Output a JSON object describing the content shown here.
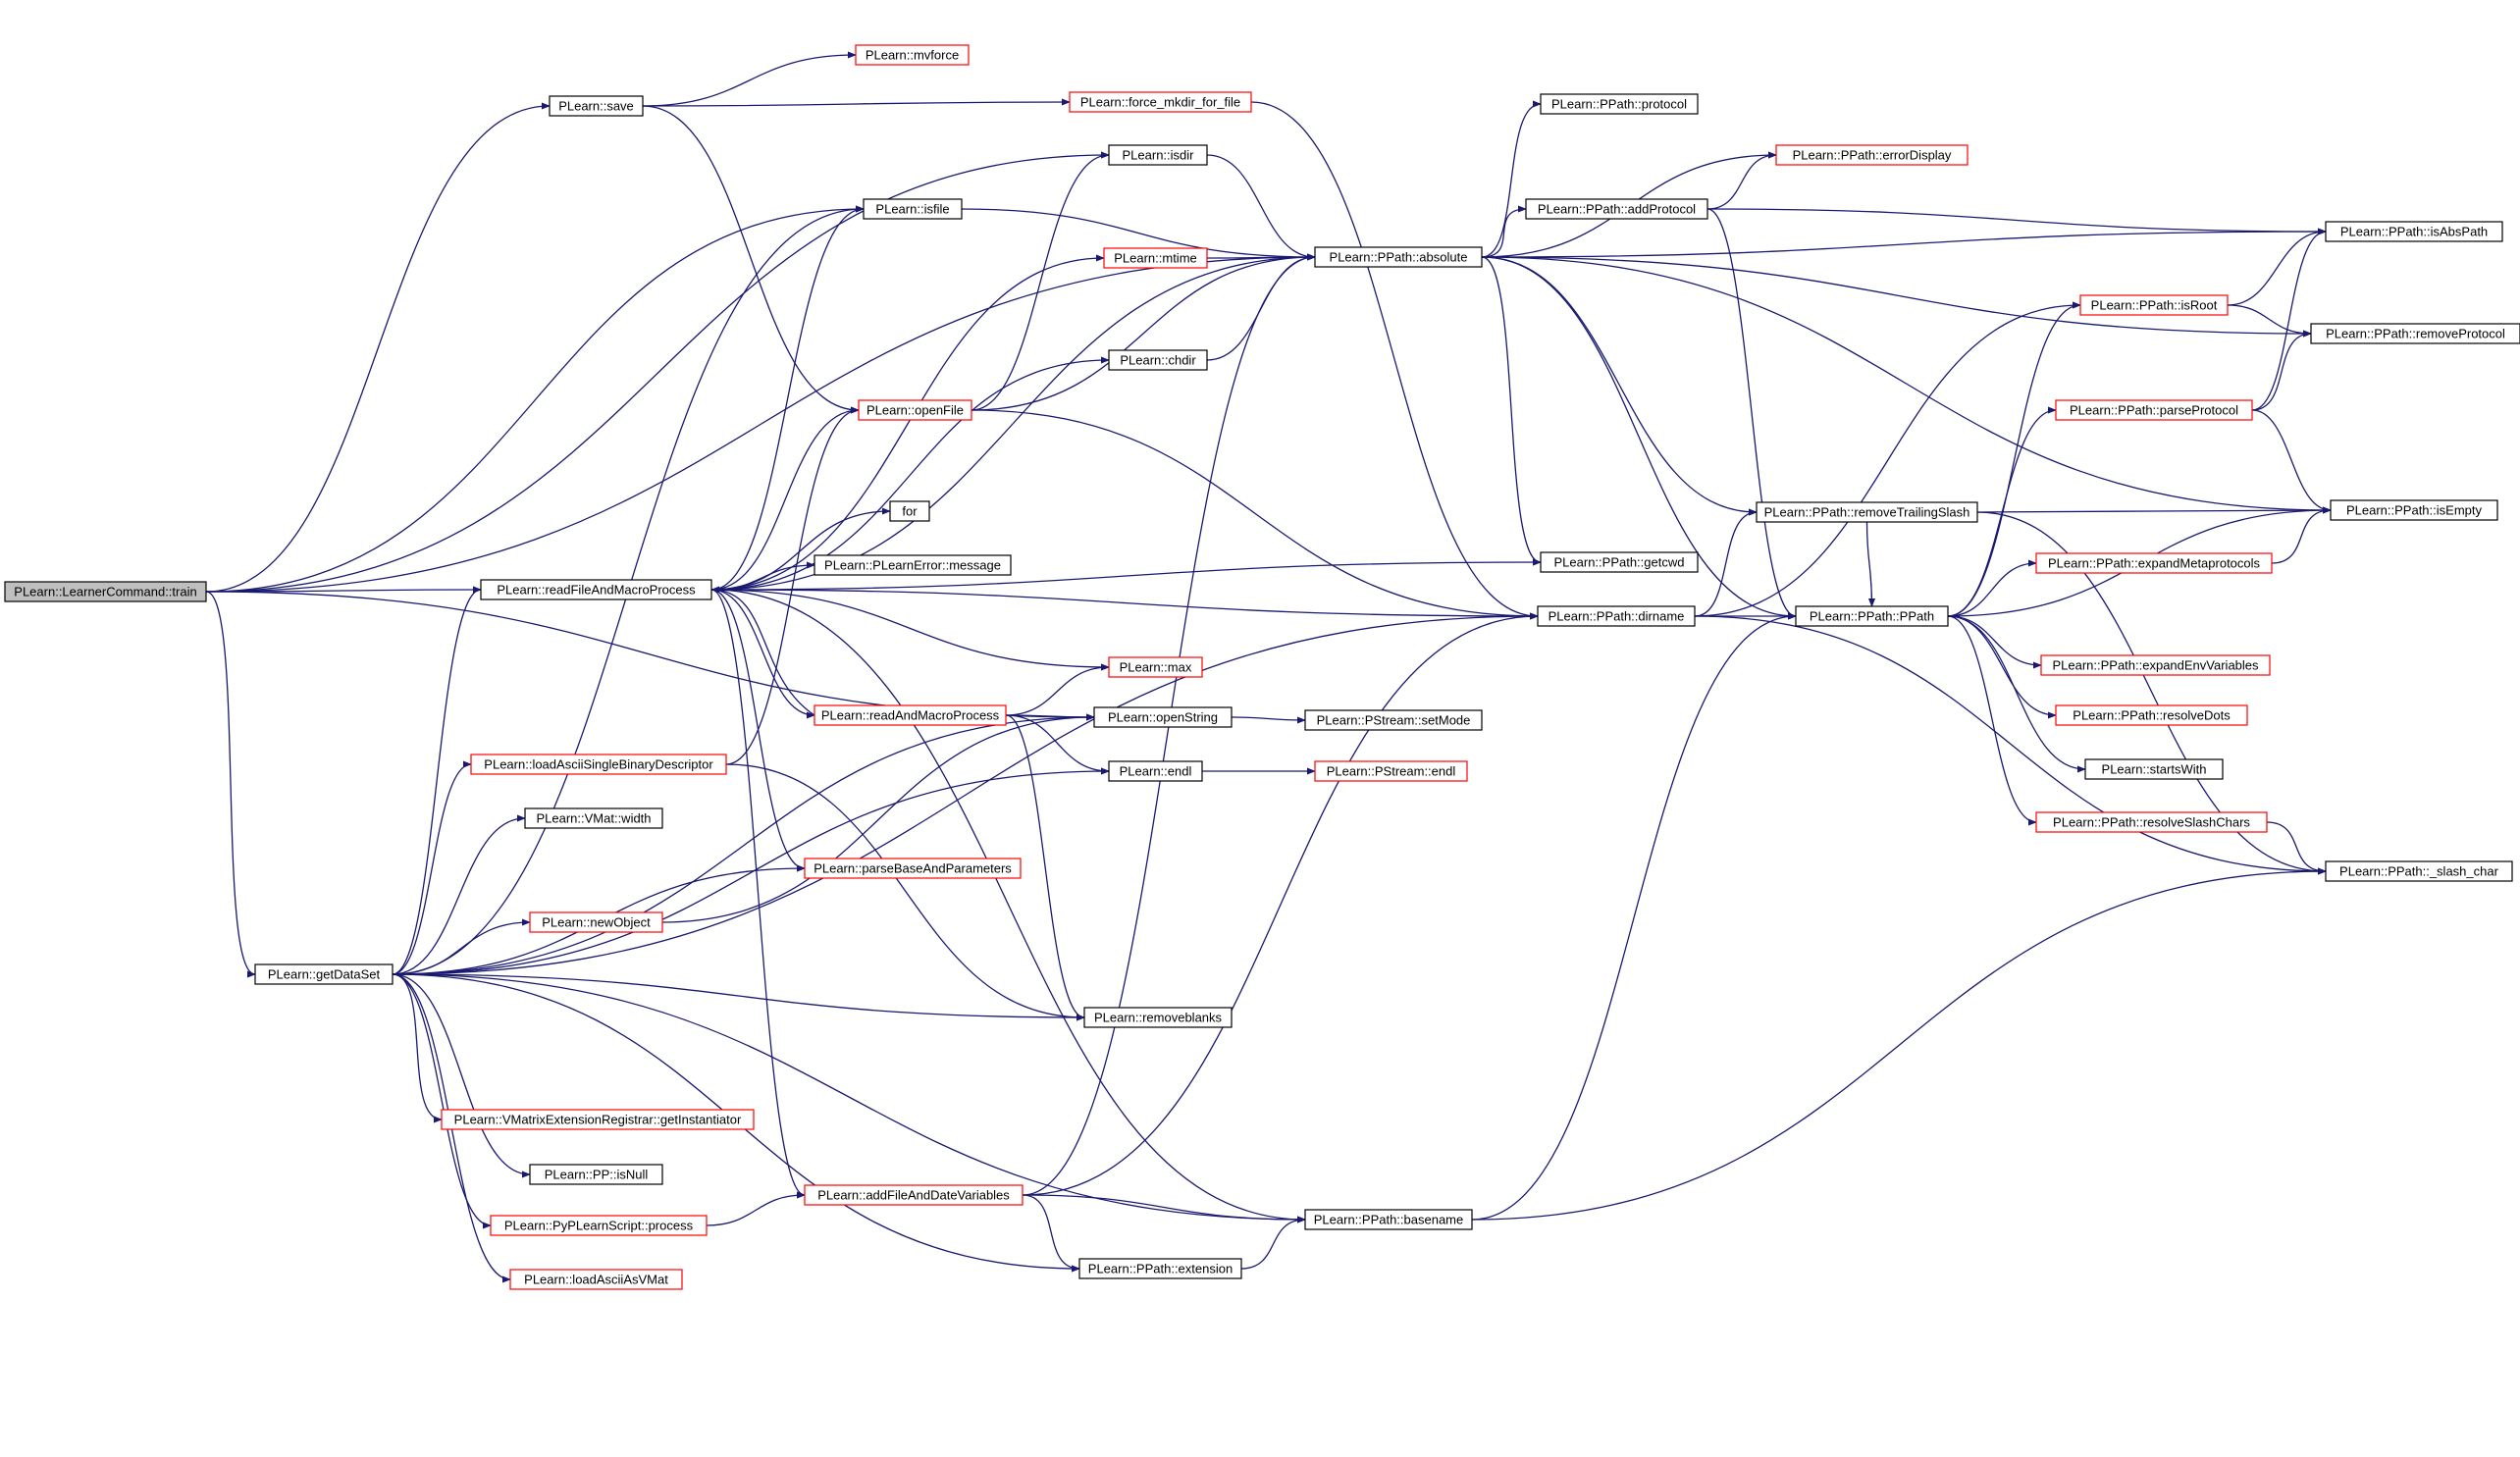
{
  "colors": {
    "edge": "#191970",
    "normal_border": "#000000",
    "truncated_border": "#ff0000",
    "root_fill": "#bfbfbf",
    "node_fill": "#ffffff"
  },
  "nodes": [
    {
      "id": "train",
      "label": "PLearn::LearnerCommand::train",
      "style": "root"
    },
    {
      "id": "save",
      "label": "PLearn::save",
      "style": "normal"
    },
    {
      "id": "mvforce",
      "label": "PLearn::mvforce",
      "style": "truncated"
    },
    {
      "id": "force_mkdir",
      "label": "PLearn::force_mkdir_for_file",
      "style": "truncated"
    },
    {
      "id": "isdir",
      "label": "PLearn::isdir",
      "style": "normal"
    },
    {
      "id": "isfile",
      "label": "PLearn::isfile",
      "style": "normal"
    },
    {
      "id": "mtime",
      "label": "PLearn::mtime",
      "style": "truncated"
    },
    {
      "id": "chdir",
      "label": "PLearn::chdir",
      "style": "normal"
    },
    {
      "id": "openFile",
      "label": "PLearn::openFile",
      "style": "truncated"
    },
    {
      "id": "for",
      "label": "for",
      "style": "normal"
    },
    {
      "id": "message",
      "label": "PLearn::PLearnError::message",
      "style": "normal"
    },
    {
      "id": "readFile",
      "label": "PLearn::readFileAndMacroProcess",
      "style": "normal"
    },
    {
      "id": "max",
      "label": "PLearn::max",
      "style": "truncated"
    },
    {
      "id": "readAndMacro",
      "label": "PLearn::readAndMacroProcess",
      "style": "truncated"
    },
    {
      "id": "openString",
      "label": "PLearn::openString",
      "style": "normal"
    },
    {
      "id": "endl",
      "label": "PLearn::endl",
      "style": "normal"
    },
    {
      "id": "loadAsciiSingle",
      "label": "PLearn::loadAsciiSingleBinaryDescriptor",
      "style": "truncated"
    },
    {
      "id": "vmatWidth",
      "label": "PLearn::VMat::width",
      "style": "normal"
    },
    {
      "id": "parseBase",
      "label": "PLearn::parseBaseAndParameters",
      "style": "truncated"
    },
    {
      "id": "newObject",
      "label": "PLearn::newObject",
      "style": "truncated"
    },
    {
      "id": "getDataSet",
      "label": "PLearn::getDataSet",
      "style": "normal"
    },
    {
      "id": "removeblanks",
      "label": "PLearn::removeblanks",
      "style": "normal"
    },
    {
      "id": "getInstantiator",
      "label": "PLearn::VMatrixExtensionRegistrar::getInstantiator",
      "style": "truncated"
    },
    {
      "id": "isNull",
      "label": "PLearn::PP::isNull",
      "style": "normal"
    },
    {
      "id": "pyProcess",
      "label": "PLearn::PyPLearnScript::process",
      "style": "truncated"
    },
    {
      "id": "addFileAndDate",
      "label": "PLearn::addFileAndDateVariables",
      "style": "truncated"
    },
    {
      "id": "loadAsciiAsVMat",
      "label": "PLearn::loadAsciiAsVMat",
      "style": "truncated"
    },
    {
      "id": "extension",
      "label": "PLearn::PPath::extension",
      "style": "normal"
    },
    {
      "id": "basename",
      "label": "PLearn::PPath::basename",
      "style": "normal"
    },
    {
      "id": "absolute",
      "label": "PLearn::PPath::absolute",
      "style": "normal"
    },
    {
      "id": "protocol",
      "label": "PLearn::PPath::protocol",
      "style": "normal"
    },
    {
      "id": "errorDisplay",
      "label": "PLearn::PPath::errorDisplay",
      "style": "truncated"
    },
    {
      "id": "addProtocol",
      "label": "PLearn::PPath::addProtocol",
      "style": "normal"
    },
    {
      "id": "getcwd",
      "label": "PLearn::PPath::getcwd",
      "style": "normal"
    },
    {
      "id": "dirname",
      "label": "PLearn::PPath::dirname",
      "style": "normal"
    },
    {
      "id": "setMode",
      "label": "PLearn::PStream::setMode",
      "style": "normal"
    },
    {
      "id": "pstreamEndl",
      "label": "PLearn::PStream::endl",
      "style": "truncated"
    },
    {
      "id": "removeTrailing",
      "label": "PLearn::PPath::removeTrailingSlash",
      "style": "normal"
    },
    {
      "id": "ppath",
      "label": "PLearn::PPath::PPath",
      "style": "normal"
    },
    {
      "id": "isRoot",
      "label": "PLearn::PPath::isRoot",
      "style": "truncated"
    },
    {
      "id": "parseProtocol",
      "label": "PLearn::PPath::parseProtocol",
      "style": "truncated"
    },
    {
      "id": "expandMeta",
      "label": "PLearn::PPath::expandMetaprotocols",
      "style": "truncated"
    },
    {
      "id": "expandEnv",
      "label": "PLearn::PPath::expandEnvVariables",
      "style": "truncated"
    },
    {
      "id": "resolveDots",
      "label": "PLearn::PPath::resolveDots",
      "style": "truncated"
    },
    {
      "id": "startsWith",
      "label": "PLearn::startsWith",
      "style": "normal"
    },
    {
      "id": "resolveSlash",
      "label": "PLearn::PPath::resolveSlashChars",
      "style": "truncated"
    },
    {
      "id": "isAbsPath",
      "label": "PLearn::PPath::isAbsPath",
      "style": "normal"
    },
    {
      "id": "removeProtocol",
      "label": "PLearn::PPath::removeProtocol",
      "style": "normal"
    },
    {
      "id": "isEmpty",
      "label": "PLearn::PPath::isEmpty",
      "style": "normal"
    },
    {
      "id": "slashChar",
      "label": "PLearn::PPath::_slash_char",
      "style": "normal"
    }
  ],
  "edges": [
    [
      "train",
      "save"
    ],
    [
      "train",
      "absolute"
    ],
    [
      "train",
      "isdir"
    ],
    [
      "train",
      "isfile"
    ],
    [
      "train",
      "readFile"
    ],
    [
      "train",
      "openString"
    ],
    [
      "train",
      "getDataSet"
    ],
    [
      "save",
      "mvforce"
    ],
    [
      "save",
      "force_mkdir"
    ],
    [
      "save",
      "openFile"
    ],
    [
      "force_mkdir",
      "dirname"
    ],
    [
      "isdir",
      "absolute"
    ],
    [
      "isfile",
      "absolute"
    ],
    [
      "mtime",
      "absolute"
    ],
    [
      "chdir",
      "absolute"
    ],
    [
      "openFile",
      "isdir"
    ],
    [
      "openFile",
      "absolute"
    ],
    [
      "openFile",
      "dirname"
    ],
    [
      "readFile",
      "for"
    ],
    [
      "readFile",
      "message"
    ],
    [
      "readFile",
      "isfile"
    ],
    [
      "readFile",
      "mtime"
    ],
    [
      "readFile",
      "chdir"
    ],
    [
      "readFile",
      "openFile"
    ],
    [
      "readFile",
      "absolute"
    ],
    [
      "readFile",
      "getcwd"
    ],
    [
      "readFile",
      "dirname"
    ],
    [
      "readFile",
      "max"
    ],
    [
      "readFile",
      "readAndMacro"
    ],
    [
      "readFile",
      "parseBase"
    ],
    [
      "readFile",
      "addFileAndDate"
    ],
    [
      "readFile",
      "basename"
    ],
    [
      "readAndMacro",
      "readFile"
    ],
    [
      "readAndMacro",
      "max"
    ],
    [
      "readAndMacro",
      "openString"
    ],
    [
      "readAndMacro",
      "endl"
    ],
    [
      "readAndMacro",
      "removeblanks"
    ],
    [
      "openString",
      "setMode"
    ],
    [
      "endl",
      "pstreamEndl"
    ],
    [
      "loadAsciiSingle",
      "openFile"
    ],
    [
      "loadAsciiSingle",
      "removeblanks"
    ],
    [
      "newObject",
      "openString"
    ],
    [
      "getDataSet",
      "isfile"
    ],
    [
      "getDataSet",
      "readFile"
    ],
    [
      "getDataSet",
      "loadAsciiSingle"
    ],
    [
      "getDataSet",
      "vmatWidth"
    ],
    [
      "getDataSet",
      "parseBase"
    ],
    [
      "getDataSet",
      "newObject"
    ],
    [
      "getDataSet",
      "endl"
    ],
    [
      "getDataSet",
      "removeblanks"
    ],
    [
      "getDataSet",
      "dirname"
    ],
    [
      "getDataSet",
      "getInstantiator"
    ],
    [
      "getDataSet",
      "isNull"
    ],
    [
      "getDataSet",
      "pyProcess"
    ],
    [
      "getDataSet",
      "loadAsciiAsVMat"
    ],
    [
      "getDataSet",
      "extension"
    ],
    [
      "getDataSet",
      "basename"
    ],
    [
      "pyProcess",
      "addFileAndDate"
    ],
    [
      "addFileAndDate",
      "absolute"
    ],
    [
      "addFileAndDate",
      "dirname"
    ],
    [
      "addFileAndDate",
      "basename"
    ],
    [
      "addFileAndDate",
      "extension"
    ],
    [
      "extension",
      "basename"
    ],
    [
      "basename",
      "ppath"
    ],
    [
      "basename",
      "slashChar"
    ],
    [
      "absolute",
      "protocol"
    ],
    [
      "absolute",
      "errorDisplay"
    ],
    [
      "absolute",
      "addProtocol"
    ],
    [
      "absolute",
      "isAbsPath"
    ],
    [
      "absolute",
      "removeProtocol"
    ],
    [
      "absolute",
      "getcwd"
    ],
    [
      "absolute",
      "removeTrailing"
    ],
    [
      "absolute",
      "isEmpty"
    ],
    [
      "absolute",
      "ppath"
    ],
    [
      "addProtocol",
      "errorDisplay"
    ],
    [
      "addProtocol",
      "isAbsPath"
    ],
    [
      "addProtocol",
      "ppath"
    ],
    [
      "dirname",
      "isRoot"
    ],
    [
      "dirname",
      "ppath"
    ],
    [
      "dirname",
      "removeTrailing"
    ],
    [
      "dirname",
      "slashChar"
    ],
    [
      "removeTrailing",
      "isEmpty"
    ],
    [
      "removeTrailing",
      "slashChar"
    ],
    [
      "removeTrailing",
      "ppath"
    ],
    [
      "ppath",
      "parseProtocol"
    ],
    [
      "ppath",
      "expandMeta"
    ],
    [
      "ppath",
      "expandEnv"
    ],
    [
      "ppath",
      "resolveDots"
    ],
    [
      "ppath",
      "startsWith"
    ],
    [
      "ppath",
      "resolveSlash"
    ],
    [
      "ppath",
      "isEmpty"
    ],
    [
      "ppath",
      "isRoot"
    ],
    [
      "isRoot",
      "isAbsPath"
    ],
    [
      "isRoot",
      "removeProtocol"
    ],
    [
      "parseProtocol",
      "isAbsPath"
    ],
    [
      "parseProtocol",
      "removeProtocol"
    ],
    [
      "parseProtocol",
      "isEmpty"
    ],
    [
      "expandMeta",
      "isEmpty"
    ],
    [
      "resolveSlash",
      "slashChar"
    ],
    [
      "getDataSet",
      "openString"
    ]
  ]
}
